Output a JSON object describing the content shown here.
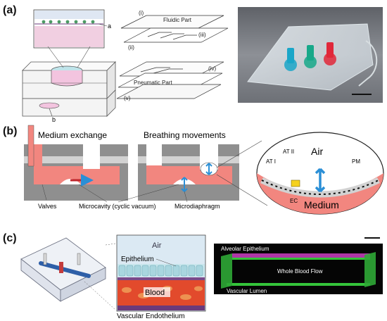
{
  "panels": {
    "a": {
      "label": "(a)",
      "sketch": {
        "callout_a": "a",
        "callout_b": "b"
      },
      "exploded": {
        "fluidic_part": "Fluidic Part",
        "pneumatic_part": "Pneumatic Part",
        "markers": {
          "i": "(i)",
          "ii": "(ii)",
          "iii": "(iii)",
          "iv": "(iv)",
          "v": "(v)"
        }
      },
      "photo": {
        "dye_colors": [
          "#1aa6c8",
          "#17a889",
          "#e0283a"
        ]
      }
    },
    "b": {
      "label": "(b)",
      "medium_exchange": "Medium exchange",
      "breathing_movements": "Breathing movements",
      "valves": "Valves",
      "microcavity": "Microcavity (cyclic vacuum)",
      "microdiaphragm": "Microdiaphragm",
      "zoom": {
        "air": "Air",
        "medium": "Medium",
        "at1": "AT I",
        "at2": "AT II",
        "pm": "PM",
        "ec": "EC"
      },
      "colors": {
        "medium": "#f2867f",
        "chip": "#8f8f8f",
        "chip_light": "#d2d2d2",
        "arrow": "#2b8fd6"
      }
    },
    "c": {
      "label": "(c)",
      "cross_section": {
        "air": "Air",
        "epithelium": "Epithelium",
        "blood": "Blood",
        "vascular_endothelium": "Vascular Endothelium"
      },
      "confocal": {
        "alveolar_epithelium": "Alveolar Epithelium",
        "whole_blood_flow": "Whole Blood Flow",
        "vascular_lumen": "Vascular Lumen"
      },
      "colors": {
        "epithelium": "#c8e6ec",
        "blood": "#e24a2c",
        "confocal_green": "#34c43a",
        "confocal_magenta": "#c23cb8"
      }
    }
  }
}
